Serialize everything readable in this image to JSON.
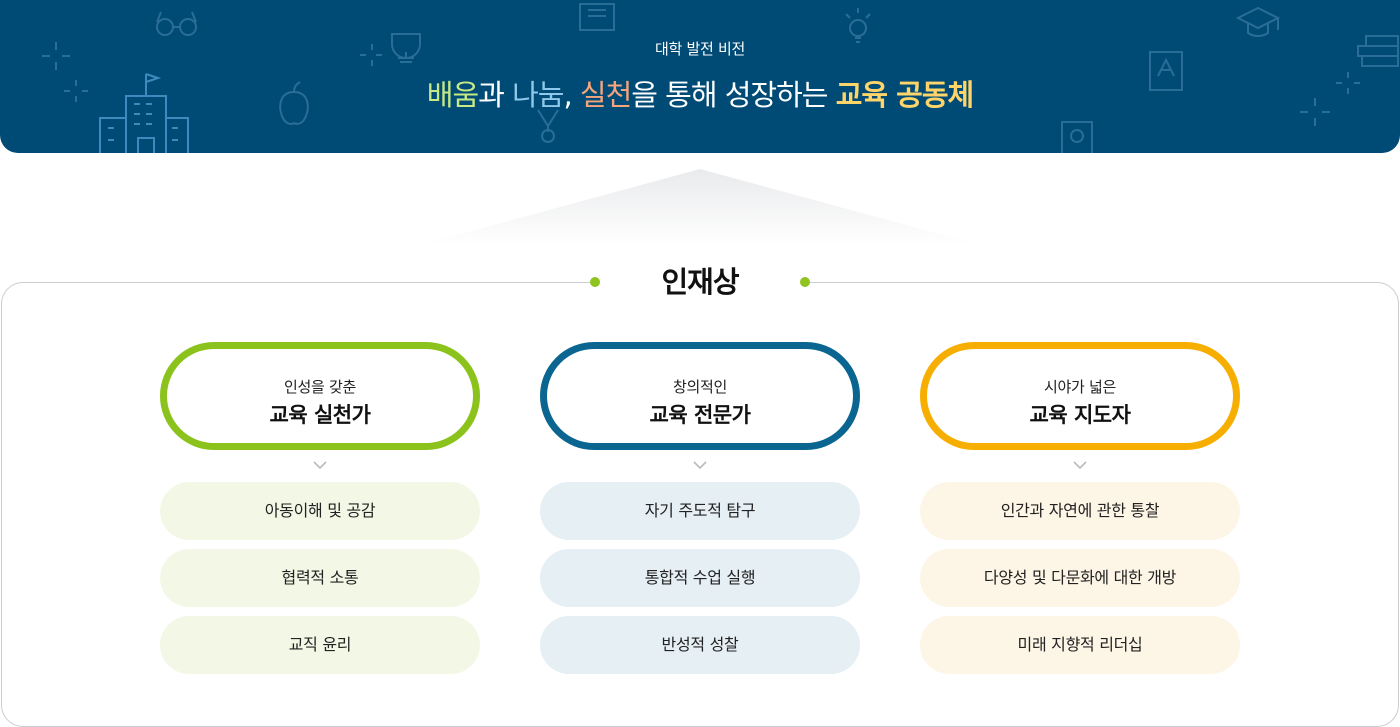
{
  "banner": {
    "subtitle": "대학 발전 비전",
    "title_parts": [
      {
        "text": "배움",
        "color": "#c7e887",
        "bold": false
      },
      {
        "text": "과 ",
        "color": "#ffffff",
        "bold": false
      },
      {
        "text": "나눔",
        "color": "#8fc8ea",
        "bold": false
      },
      {
        "text": ", ",
        "color": "#ffffff",
        "bold": false
      },
      {
        "text": "실천",
        "color": "#f6a47c",
        "bold": false
      },
      {
        "text": "을 통해 성장하는 ",
        "color": "#ffffff",
        "bold": false
      },
      {
        "text": "교육 공동체",
        "color": "#ffd56a",
        "bold": true
      }
    ],
    "background": "#004b75"
  },
  "section": {
    "title": "인재상",
    "accent": "#8fc31f"
  },
  "columns": [
    {
      "subtitle": "인성을 갖춘",
      "title": "교육 실천가",
      "border_color": "#8cc21c",
      "item_bg": "#f3f8e6",
      "items": [
        "아동이해 및 공감",
        "협력적 소통",
        "교직 윤리"
      ]
    },
    {
      "subtitle": "창의적인",
      "title": "교육 전문가",
      "border_color": "#0a6690",
      "item_bg": "#e5eff4",
      "items": [
        "자기 주도적 탐구",
        "통합적 수업 실행",
        "반성적 성찰"
      ]
    },
    {
      "subtitle": "시야가 넓은",
      "title": "교육 지도자",
      "border_color": "#f6ae00",
      "item_bg": "#fdf6e6",
      "items": [
        "인간과 자연에 관한 통찰",
        "다양성 및 다문화에 대한 개방",
        "미래 지향적 리더십"
      ]
    }
  ]
}
